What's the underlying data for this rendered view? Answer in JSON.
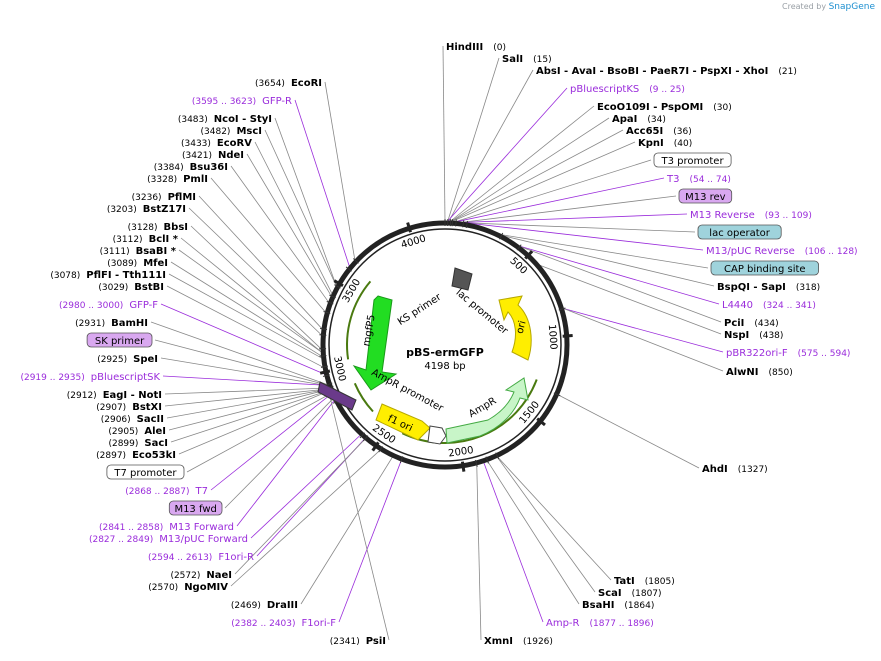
{
  "branding": {
    "prefix": "Created by",
    "name": "SnapGene"
  },
  "plasmid": {
    "name": "pBS-ermGFP",
    "size_label": "4198 bp",
    "length": 4198
  },
  "ticks": [
    "500",
    "1000",
    "1500",
    "2000",
    "2500",
    "3000",
    "3500",
    "4000"
  ],
  "features": {
    "ks_primer": "KS primer",
    "lac_promoter": "lac promoter",
    "ori": "ori",
    "mgfp5": "mgfP5",
    "ampr_promoter": "AmpR promoter",
    "f1_ori": "f1 ori",
    "ampr": "AmpR"
  },
  "labels": [
    {
      "kind": "site",
      "name": "HindIII",
      "pos": "(0)",
      "side": "R"
    },
    {
      "kind": "site",
      "name": "SalI",
      "pos": "(15)",
      "side": "R"
    },
    {
      "kind": "site",
      "name": "AbsI   - AvaI   - BsoBI   - PaeR7I   - PspXI   - XhoI",
      "pos": "(21)",
      "side": "R"
    },
    {
      "kind": "primer",
      "name": "pBluescriptKS",
      "pos": "(9 .. 25)",
      "side": "R"
    },
    {
      "kind": "site",
      "name": "EcoO109I   - PspOMI",
      "pos": "(30)",
      "side": "R"
    },
    {
      "kind": "site",
      "name": "ApaI",
      "pos": "(34)",
      "side": "R"
    },
    {
      "kind": "site",
      "name": "Acc65I",
      "pos": "(36)",
      "side": "R"
    },
    {
      "kind": "site",
      "name": "KpnI",
      "pos": "(40)",
      "side": "R"
    },
    {
      "kind": "box",
      "name": "T3 promoter",
      "pos": "",
      "side": "R"
    },
    {
      "kind": "primer",
      "name": "T3",
      "pos": "(54 .. 74)",
      "side": "R"
    },
    {
      "kind": "pbox",
      "name": "M13 rev",
      "pos": "",
      "side": "R"
    },
    {
      "kind": "primer",
      "name": "M13 Reverse",
      "pos": "(93 .. 109)",
      "side": "R"
    },
    {
      "kind": "bbox",
      "name": "lac operator",
      "pos": "",
      "side": "R"
    },
    {
      "kind": "primer",
      "name": "M13/pUC Reverse",
      "pos": "(106 .. 128)",
      "side": "R"
    },
    {
      "kind": "bbox",
      "name": "CAP binding site",
      "pos": "",
      "side": "R"
    },
    {
      "kind": "site",
      "name": "BspQI   - SapI",
      "pos": "(318)",
      "side": "R"
    },
    {
      "kind": "primer",
      "name": "L4440",
      "pos": "(324 .. 341)",
      "side": "R"
    },
    {
      "kind": "site",
      "name": "PciI",
      "pos": "(434)",
      "side": "R"
    },
    {
      "kind": "site",
      "name": "NspI",
      "pos": "(438)",
      "side": "R"
    },
    {
      "kind": "primer",
      "name": "pBR322ori-F",
      "pos": "(575 .. 594)",
      "side": "R"
    },
    {
      "kind": "site",
      "name": "AlwNI",
      "pos": "(850)",
      "side": "R"
    },
    {
      "kind": "site",
      "name": "AhdI",
      "pos": "(1327)",
      "side": "R"
    },
    {
      "kind": "site",
      "name": "TatI",
      "pos": "(1805)",
      "side": "R"
    },
    {
      "kind": "site",
      "name": "ScaI",
      "pos": "(1807)",
      "side": "R"
    },
    {
      "kind": "site",
      "name": "BsaHI",
      "pos": "(1864)",
      "side": "R"
    },
    {
      "kind": "primer",
      "name": "Amp-R",
      "pos": "(1877 .. 1896)",
      "side": "R"
    },
    {
      "kind": "site",
      "name": "XmnI",
      "pos": "(1926)",
      "side": "R"
    },
    {
      "kind": "site",
      "name": "EcoRI",
      "pos": "(3654)",
      "side": "L"
    },
    {
      "kind": "primer",
      "name": "GFP-R",
      "pos": "(3595 .. 3623)",
      "side": "L"
    },
    {
      "kind": "site",
      "name": "NcoI   - StyI",
      "pos": "(3483)",
      "side": "L"
    },
    {
      "kind": "site",
      "name": "MscI",
      "pos": "(3482)",
      "side": "L"
    },
    {
      "kind": "site",
      "name": "EcoRV",
      "pos": "(3433)",
      "side": "L"
    },
    {
      "kind": "site",
      "name": "NdeI",
      "pos": "(3421)",
      "side": "L"
    },
    {
      "kind": "site",
      "name": "Bsu36I",
      "pos": "(3384)",
      "side": "L"
    },
    {
      "kind": "site",
      "name": "PmlI",
      "pos": "(3328)",
      "side": "L"
    },
    {
      "kind": "site",
      "name": "PflMI",
      "pos": "(3236)",
      "side": "L"
    },
    {
      "kind": "site",
      "name": "BstZ17I",
      "pos": "(3203)",
      "side": "L"
    },
    {
      "kind": "site",
      "name": "BbsI",
      "pos": "(3128)",
      "side": "L"
    },
    {
      "kind": "site",
      "name": "BclI *",
      "pos": "(3112)",
      "side": "L"
    },
    {
      "kind": "site",
      "name": "BsaBI *",
      "pos": "(3111)",
      "side": "L"
    },
    {
      "kind": "site",
      "name": "MfeI",
      "pos": "(3089)",
      "side": "L"
    },
    {
      "kind": "site",
      "name": "PflFI   - Tth111I",
      "pos": "(3078)",
      "side": "L"
    },
    {
      "kind": "site",
      "name": "BstBI",
      "pos": "(3029)",
      "side": "L"
    },
    {
      "kind": "primer",
      "name": "GFP-F",
      "pos": "(2980 .. 3000)",
      "side": "L"
    },
    {
      "kind": "site",
      "name": "BamHI",
      "pos": "(2931)",
      "side": "L"
    },
    {
      "kind": "pbox",
      "name": "SK primer",
      "pos": "",
      "side": "L"
    },
    {
      "kind": "site",
      "name": "SpeI",
      "pos": "(2925)",
      "side": "L"
    },
    {
      "kind": "primer",
      "name": "pBluescriptSK",
      "pos": "(2919 .. 2935)",
      "side": "L"
    },
    {
      "kind": "site",
      "name": "EagI   - NotI",
      "pos": "(2912)",
      "side": "L"
    },
    {
      "kind": "site",
      "name": "BstXI",
      "pos": "(2907)",
      "side": "L"
    },
    {
      "kind": "site",
      "name": "SacII",
      "pos": "(2906)",
      "side": "L"
    },
    {
      "kind": "site",
      "name": "AleI",
      "pos": "(2905)",
      "side": "L"
    },
    {
      "kind": "site",
      "name": "SacI",
      "pos": "(2899)",
      "side": "L"
    },
    {
      "kind": "site",
      "name": "Eco53kI",
      "pos": "(2897)",
      "side": "L"
    },
    {
      "kind": "box",
      "name": "T7 promoter",
      "pos": "",
      "side": "L"
    },
    {
      "kind": "primer",
      "name": "T7",
      "pos": "(2868 .. 2887)",
      "side": "L"
    },
    {
      "kind": "pbox",
      "name": "M13 fwd",
      "pos": "",
      "side": "L"
    },
    {
      "kind": "primer",
      "name": "M13 Forward",
      "pos": "(2841 .. 2858)",
      "side": "L"
    },
    {
      "kind": "primer",
      "name": "M13/pUC Forward",
      "pos": "(2827 .. 2849)",
      "side": "L"
    },
    {
      "kind": "primer",
      "name": "F1ori-R",
      "pos": "(2594 .. 2613)",
      "side": "L"
    },
    {
      "kind": "site",
      "name": "NaeI",
      "pos": "(2572)",
      "side": "L"
    },
    {
      "kind": "site",
      "name": "NgoMIV",
      "pos": "(2570)",
      "side": "L"
    },
    {
      "kind": "site",
      "name": "DraIII",
      "pos": "(2469)",
      "side": "L"
    },
    {
      "kind": "primer",
      "name": "F1ori-F",
      "pos": "(2382 .. 2403)",
      "side": "L"
    },
    {
      "kind": "site",
      "name": "PsiI",
      "pos": "(2341)",
      "side": "L"
    }
  ],
  "colors": {
    "backbone": "#222222",
    "site_text": "#000000",
    "primer_text": "#9a2cdb",
    "primer_line": "#9a2cdb",
    "leader_line": "#888888",
    "box_purple_fill": "#d9a8f0",
    "box_blue_fill": "#9fd3dc",
    "green_feature": "#22dd22",
    "yellow_feature": "#ffee00",
    "light_green_feature": "#c8f5c8"
  }
}
